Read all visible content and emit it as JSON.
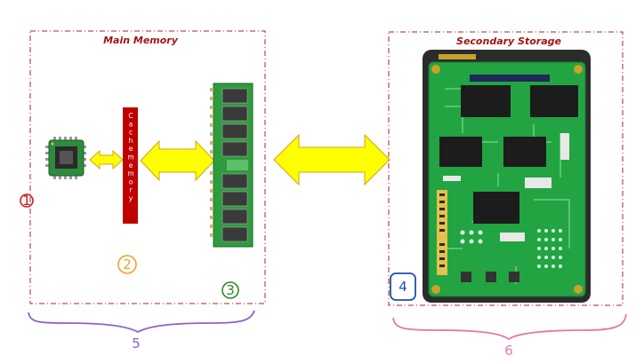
{
  "colors": {
    "box_border": "#b22222",
    "title": "#a31515",
    "arrow_fill": "#ffff00",
    "arrow_stroke": "#d4a017",
    "cache_bar": "#c00000",
    "pcb_green": "#1f9a3c",
    "chip_black": "#1c1c1c",
    "brace_main": "#8a63c9",
    "brace_secondary": "#e07aa8",
    "note_red": "#c81e1e",
    "note_orange": "#f0a02a",
    "note_green": "#2b8a2b",
    "note_blue": "#1f4fb0"
  },
  "main_memory": {
    "title": "Main Memory",
    "cache_label": "Cachememory"
  },
  "secondary_storage": {
    "title": "Secondary Storage"
  },
  "annotations": {
    "n1": "1",
    "n2": "2",
    "n3": "3",
    "n4": "4",
    "n5": "5",
    "n6": "6"
  },
  "icons": [
    "cpu-chip-icon",
    "ram-module-icon",
    "ssd-board-icon"
  ]
}
